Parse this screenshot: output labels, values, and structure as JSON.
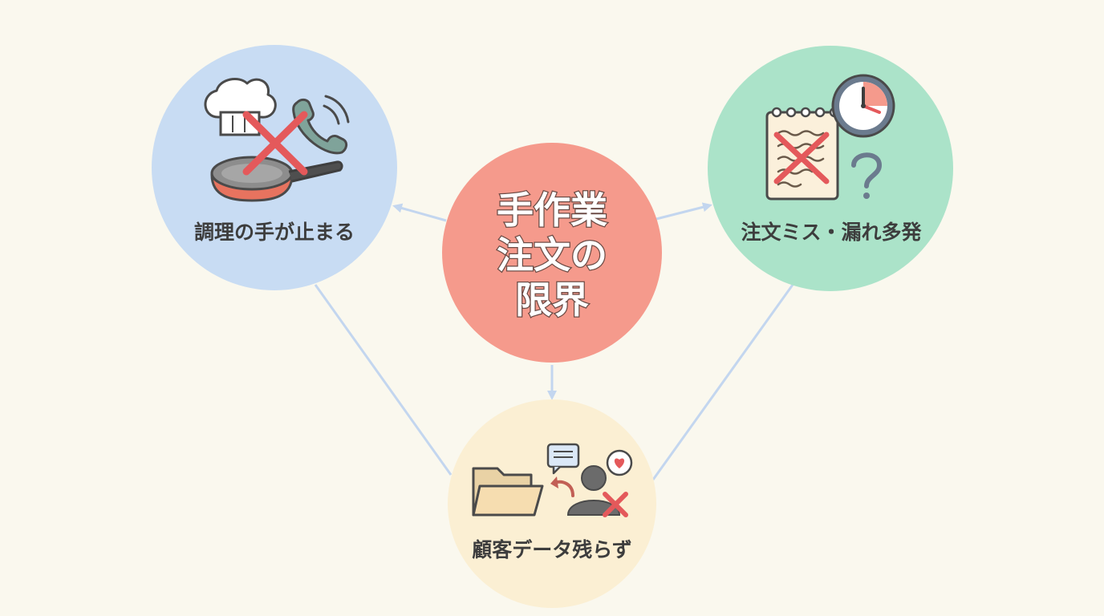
{
  "diagram": {
    "center": {
      "lines": [
        "手作業",
        "注文の",
        "限界"
      ]
    },
    "left": {
      "label": "調理の手が止まる",
      "icons": [
        "chef-hat-icon",
        "phone-icon",
        "frying-pan-icon",
        "cross-mark-icon"
      ]
    },
    "right": {
      "label": "注文ミス・漏れ多発",
      "icons": [
        "notepad-icon",
        "clock-icon",
        "question-mark-icon",
        "cross-mark-icon"
      ]
    },
    "bottom": {
      "label": "顧客データ残らず",
      "icons": [
        "folder-icon",
        "chat-bubble-icon",
        "heart-bubble-icon",
        "person-icon",
        "return-arrow-icon",
        "cross-mark-icon"
      ]
    },
    "colors": {
      "background": "#faf8ee",
      "center_fill": "#f59a8c",
      "left_fill": "#c8dcf3",
      "right_fill": "#abe3c9",
      "bottom_fill": "#fbefd3",
      "connector": "#c3d6ef",
      "cross": "#e4595b",
      "text_dark": "#3d3d3d"
    }
  }
}
